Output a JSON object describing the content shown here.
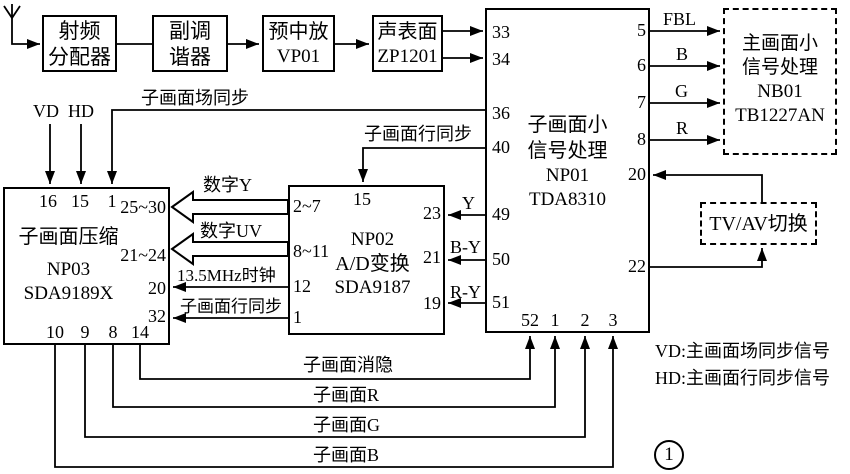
{
  "blocks": {
    "rf_splitter": {
      "lines": [
        "射频",
        "分配器"
      ]
    },
    "sub_tuner": {
      "lines": [
        "副调",
        "谐器"
      ]
    },
    "pre_if_amp": {
      "lines": [
        "预中放",
        "VP01"
      ]
    },
    "saw_filter": {
      "lines": [
        "声表面",
        "ZP1201"
      ]
    },
    "np01": {
      "lines": [
        "子画面小",
        "信号处理",
        "NP01",
        "TDA8310"
      ]
    },
    "np02": {
      "lines": [
        "NP02",
        "A/D变换",
        "SDA9187"
      ]
    },
    "np03": {
      "lines": [
        "子画面压缩",
        "NP03",
        "SDA9189X"
      ]
    },
    "nb01": {
      "lines": [
        "主画面小",
        "信号处理",
        "NB01",
        "TB1227AN"
      ]
    },
    "tv_av": {
      "lines": [
        "TV/AV切换"
      ]
    }
  },
  "pins": {
    "np01": {
      "left": [
        "33",
        "34",
        "36",
        "40",
        "49",
        "50",
        "51"
      ],
      "right": [
        "5",
        "6",
        "7",
        "8",
        "20",
        "22"
      ],
      "bottom": [
        "52",
        "1",
        "2",
        "3"
      ]
    },
    "np02": {
      "left": [
        "2~7",
        "8~11",
        "12",
        "1"
      ],
      "top": [
        "15"
      ],
      "right": [
        "23",
        "21",
        "19"
      ]
    },
    "np03": {
      "top": [
        "16",
        "15",
        "1"
      ],
      "right": [
        "25~30",
        "21~24",
        "20",
        "32"
      ],
      "bottom": [
        "10",
        "9",
        "8",
        "14"
      ]
    }
  },
  "signals": {
    "vd": "VD",
    "hd": "HD",
    "sub_field_sync": "子画面场同步",
    "sub_line_sync_top": "子画面行同步",
    "digital_y": "数字Y",
    "digital_uv": "数字UV",
    "clock_135mhz": "13.5MHz时钟",
    "sub_line_sync_mid": "子画面行同步",
    "y": "Y",
    "b_y": "B-Y",
    "r_y": "R-Y",
    "fbl": "FBL",
    "b": "B",
    "g": "G",
    "r": "R",
    "sub_blanking": "子画面消隐",
    "sub_r": "子画面R",
    "sub_g": "子画面G",
    "sub_b": "子画面B"
  },
  "legend": {
    "vd_note": "VD:主画面场同步信号",
    "hd_note": "HD:主画面行同步信号"
  },
  "figure_number": "1",
  "colors": {
    "ink": "#000000",
    "background": "#ffffff"
  }
}
